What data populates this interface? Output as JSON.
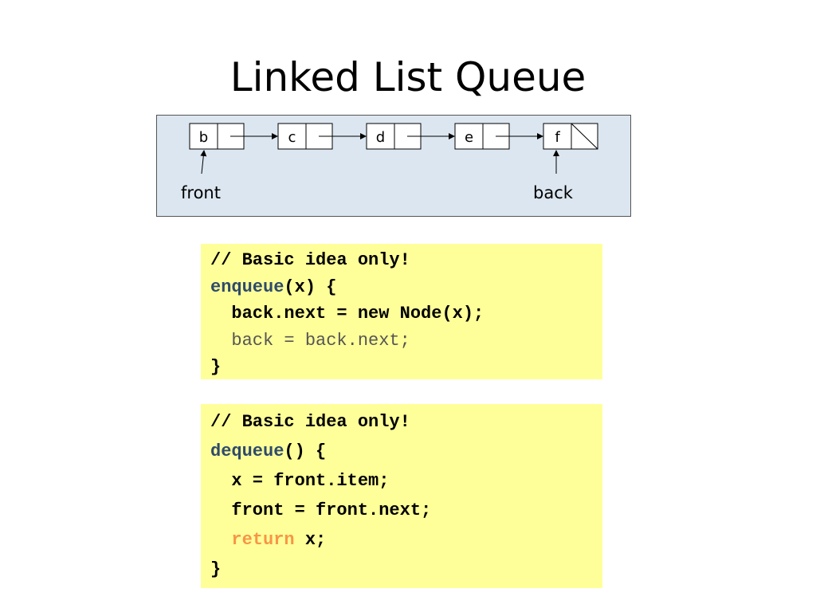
{
  "title": "Linked List Queue",
  "diagram": {
    "nodes": [
      "b",
      "c",
      "d",
      "e",
      "f"
    ],
    "front_label": "front",
    "back_label": "back"
  },
  "enqueue_code": {
    "comment": "// Basic idea only!",
    "fn_name": "enqueue",
    "signature": "(x) {",
    "line1": "  back.next = new Node(x);",
    "line2": "  back = back.next;",
    "close": "}"
  },
  "dequeue_code": {
    "comment": "// Basic idea only!",
    "fn_name": "dequeue",
    "signature": "() {",
    "line1": "  x = front.item;",
    "line2": "  front = front.next;",
    "indent": "  ",
    "return_kw": "return",
    "return_rest": " x;",
    "close": "}"
  }
}
